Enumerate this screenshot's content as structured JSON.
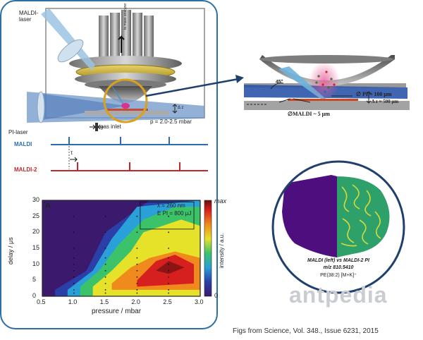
{
  "schematic": {
    "maldi_laser_label": "MALDI-\nlaser",
    "pi_laser_label": "PI-laser",
    "gas_inlet_label": "gas inlet",
    "pressure_label": "p = 2.0-2.5 mbar",
    "dz_label": "Δ z",
    "analyzer_label": "to mass analyzer"
  },
  "timing": {
    "maldi_label": "MALDI",
    "maldi2_label": "MALDI-2",
    "tau_label": "τ",
    "colors": {
      "maldi": "#2a6db5",
      "maldi2": "#c0282d"
    }
  },
  "zoom_inset": {
    "angle_label": "45°",
    "pi_diameter_label": "∅ PI ≈ 100 μm",
    "maldi_diameter_label": "∅MALDI ~ 5 μm",
    "dz_label": "Δ z ≈ 500 μm"
  },
  "chart_data": {
    "type": "heatmap",
    "panel_label": "A",
    "xlabel": "pressure / mbar",
    "ylabel": "delay / μs",
    "colorbar_label": "intensity / a.u.",
    "colorbar_max": "max",
    "colorbar_min": "0",
    "xlim": [
      0.5,
      3.0
    ],
    "ylim": [
      0,
      30
    ],
    "xticks": [
      "0.5",
      "1.0",
      "1.5",
      "2.0",
      "2.5",
      "3.0"
    ],
    "yticks": [
      "0",
      "5",
      "10",
      "15",
      "20",
      "25",
      "30"
    ],
    "annotation_line1": "λ = 260 nm",
    "annotation_line2": "E PI = 800 μJ",
    "data_points_x": [
      1.0,
      1.5,
      2.0,
      2.5
    ],
    "data_points_y": [
      1,
      2,
      4,
      6,
      8,
      10,
      12,
      15,
      20,
      25
    ]
  },
  "brain": {
    "caption_line1": "MALDI  (left) vs MALDI-2 PI",
    "caption_line2": "m/z 810.5410",
    "caption_line3": "PE(38:2) [M+K]⁺"
  },
  "watermark": "antpedia",
  "credit": "Figs from Science, Vol. 348., Issue 6231, 2015"
}
